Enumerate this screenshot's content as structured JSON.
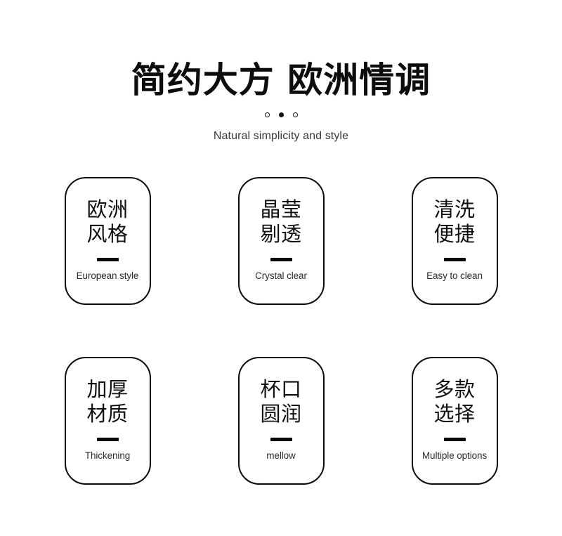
{
  "header": {
    "title": "简约大方 欧洲情调",
    "subtitle": "Natural simplicity and style",
    "dots": [
      {
        "name": "dot-1",
        "filled": false
      },
      {
        "name": "dot-2",
        "filled": true
      },
      {
        "name": "dot-3",
        "filled": false
      }
    ]
  },
  "features": {
    "row1": [
      {
        "cn": "欧洲\n风格",
        "en": "European style"
      },
      {
        "cn": "晶莹\n剔透",
        "en": "Crystal clear"
      },
      {
        "cn": "清洗\n便捷",
        "en": "Easy to clean"
      }
    ],
    "row2": [
      {
        "cn": "加厚\n材质",
        "en": "Thickening"
      },
      {
        "cn": "杯口\n圆润",
        "en": "mellow"
      },
      {
        "cn": "多款\n选择",
        "en": "Multiple options"
      }
    ]
  },
  "colors": {
    "background": "#ffffff",
    "ink": "#0a0a0a",
    "muted_text": "#2b2b2b",
    "subtitle_text": "#3a3a3a"
  }
}
